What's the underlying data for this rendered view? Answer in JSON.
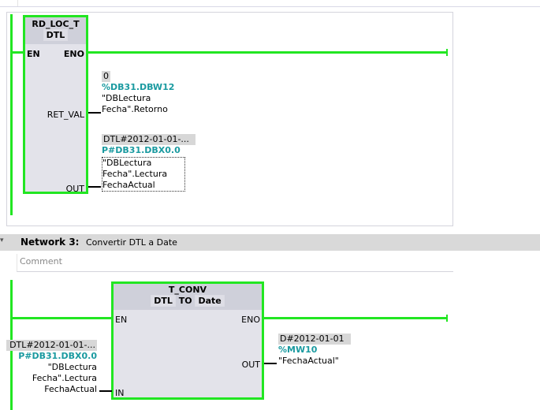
{
  "network2": {
    "block": {
      "name": "RD_LOC_T",
      "type": "DTL",
      "pins": {
        "en": "EN",
        "eno": "ENO",
        "ret_val": "RET_VAL",
        "out": "OUT"
      }
    },
    "ret_val": {
      "value": "0",
      "address": "%DB31.DBW12",
      "tag_line1": "\"DBLectura",
      "tag_line2": "Fecha\".Retorno"
    },
    "out": {
      "value": "DTL#2012-01-01-...",
      "address": "P#DB31.DBX0.0",
      "tag_line1": "\"DBLectura",
      "tag_line2": "Fecha\".Lectura",
      "tag_line3": "FechaActual"
    }
  },
  "network3": {
    "label": "Network 3:",
    "title": "Convertir DTL a Date",
    "comment_placeholder": "Comment",
    "block": {
      "name": "T_CONV",
      "from_type": "DTL",
      "to": "TO",
      "to_type": "Date",
      "pins": {
        "en": "EN",
        "eno": "ENO",
        "in": "IN",
        "out": "OUT"
      }
    },
    "in": {
      "value": "DTL#2012-01-01-...",
      "address": "P#DB31.DBX0.0",
      "tag_line1": "\"DBLectura",
      "tag_line2": "Fecha\".Lectura",
      "tag_line3": "FechaActual"
    },
    "out": {
      "value": "D#2012-01-01",
      "address": "%MW10",
      "tag": "\"FechaActual\""
    }
  }
}
